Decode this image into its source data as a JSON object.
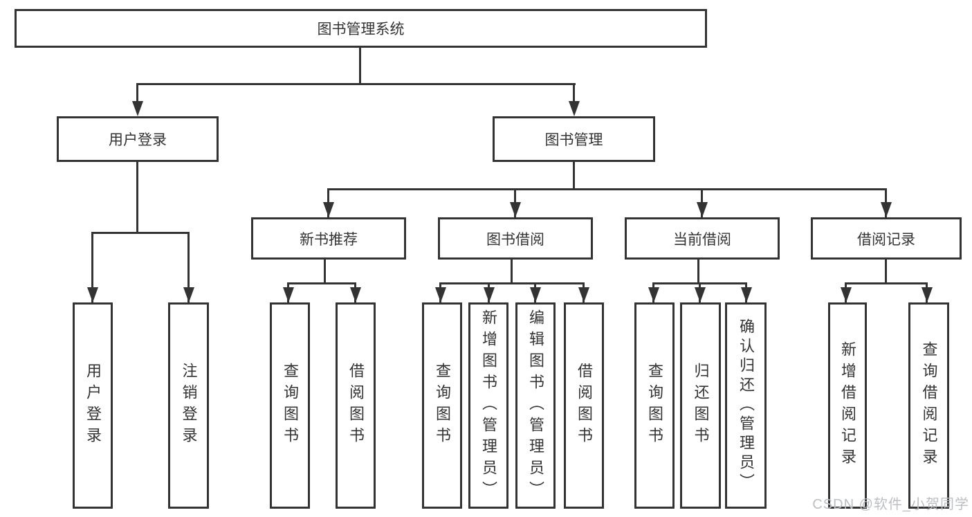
{
  "tree": {
    "label": "图书管理系统",
    "children": [
      {
        "label": "用户登录",
        "children": [
          {
            "label": "用户登录"
          },
          {
            "label": "注销登录"
          }
        ]
      },
      {
        "label": "图书管理",
        "children": [
          {
            "label": "新书推荐",
            "children": [
              {
                "label": "查询图书"
              },
              {
                "label": "借阅图书"
              }
            ]
          },
          {
            "label": "图书借阅",
            "children": [
              {
                "label": "查询图书"
              },
              {
                "label": "新增图书（管理员）"
              },
              {
                "label": "编辑图书（管理员）"
              },
              {
                "label": "借阅图书"
              }
            ]
          },
          {
            "label": "当前借阅",
            "children": [
              {
                "label": "查询图书"
              },
              {
                "label": "归还图书"
              },
              {
                "label": "确认归还（管理员）"
              }
            ]
          },
          {
            "label": "借阅记录",
            "children": [
              {
                "label": "新增借阅记录"
              },
              {
                "label": "查询借阅记录"
              }
            ]
          }
        ]
      }
    ]
  },
  "watermark": "CSDN @软件_小贺同学",
  "colors": {
    "line": "#333333",
    "text": "#333333",
    "background": "#ffffff",
    "watermark": "#bbbfc3"
  }
}
